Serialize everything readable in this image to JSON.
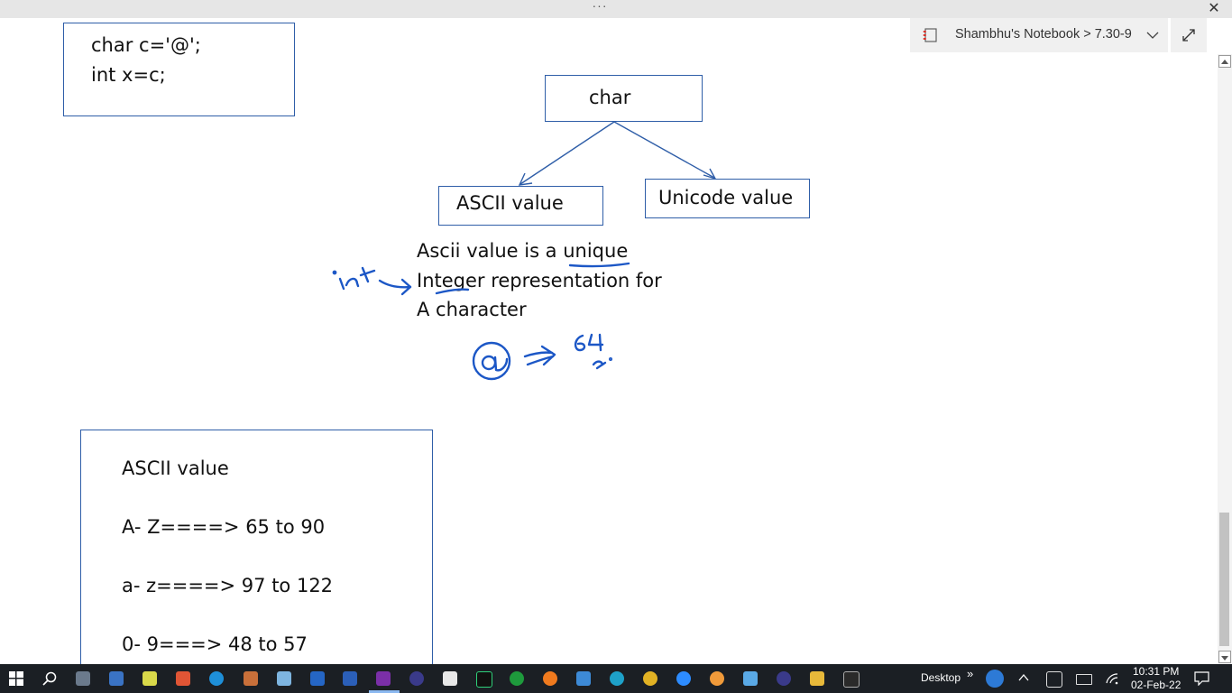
{
  "window": {
    "dots": "···",
    "close": "✕"
  },
  "breadcrumb": {
    "text": "Shambhu's Notebook > 7.30-9"
  },
  "code_box": {
    "line1": "char c='@';",
    "line2": "int x=c;"
  },
  "diagram": {
    "root": "char",
    "left_child": "ASCII value",
    "right_child": "Unicode value"
  },
  "definition": {
    "line1": "Ascii value is a unique",
    "line2": "Integer representation for",
    "line3": "A character"
  },
  "ascii_box": {
    "title": "ASCII value",
    "row1": "A- Z====> 65 to 90",
    "row2": "a- z====> 97 to 122",
    "row3": "0-  9===> 48 to 57"
  },
  "taskbar": {
    "desktop_label": "Desktop",
    "chevrons": "»",
    "time": "10:31 PM",
    "date": "02-Feb-22"
  },
  "colors": {
    "ink": "#1c57c6",
    "box_border": "#2f5ea8"
  }
}
